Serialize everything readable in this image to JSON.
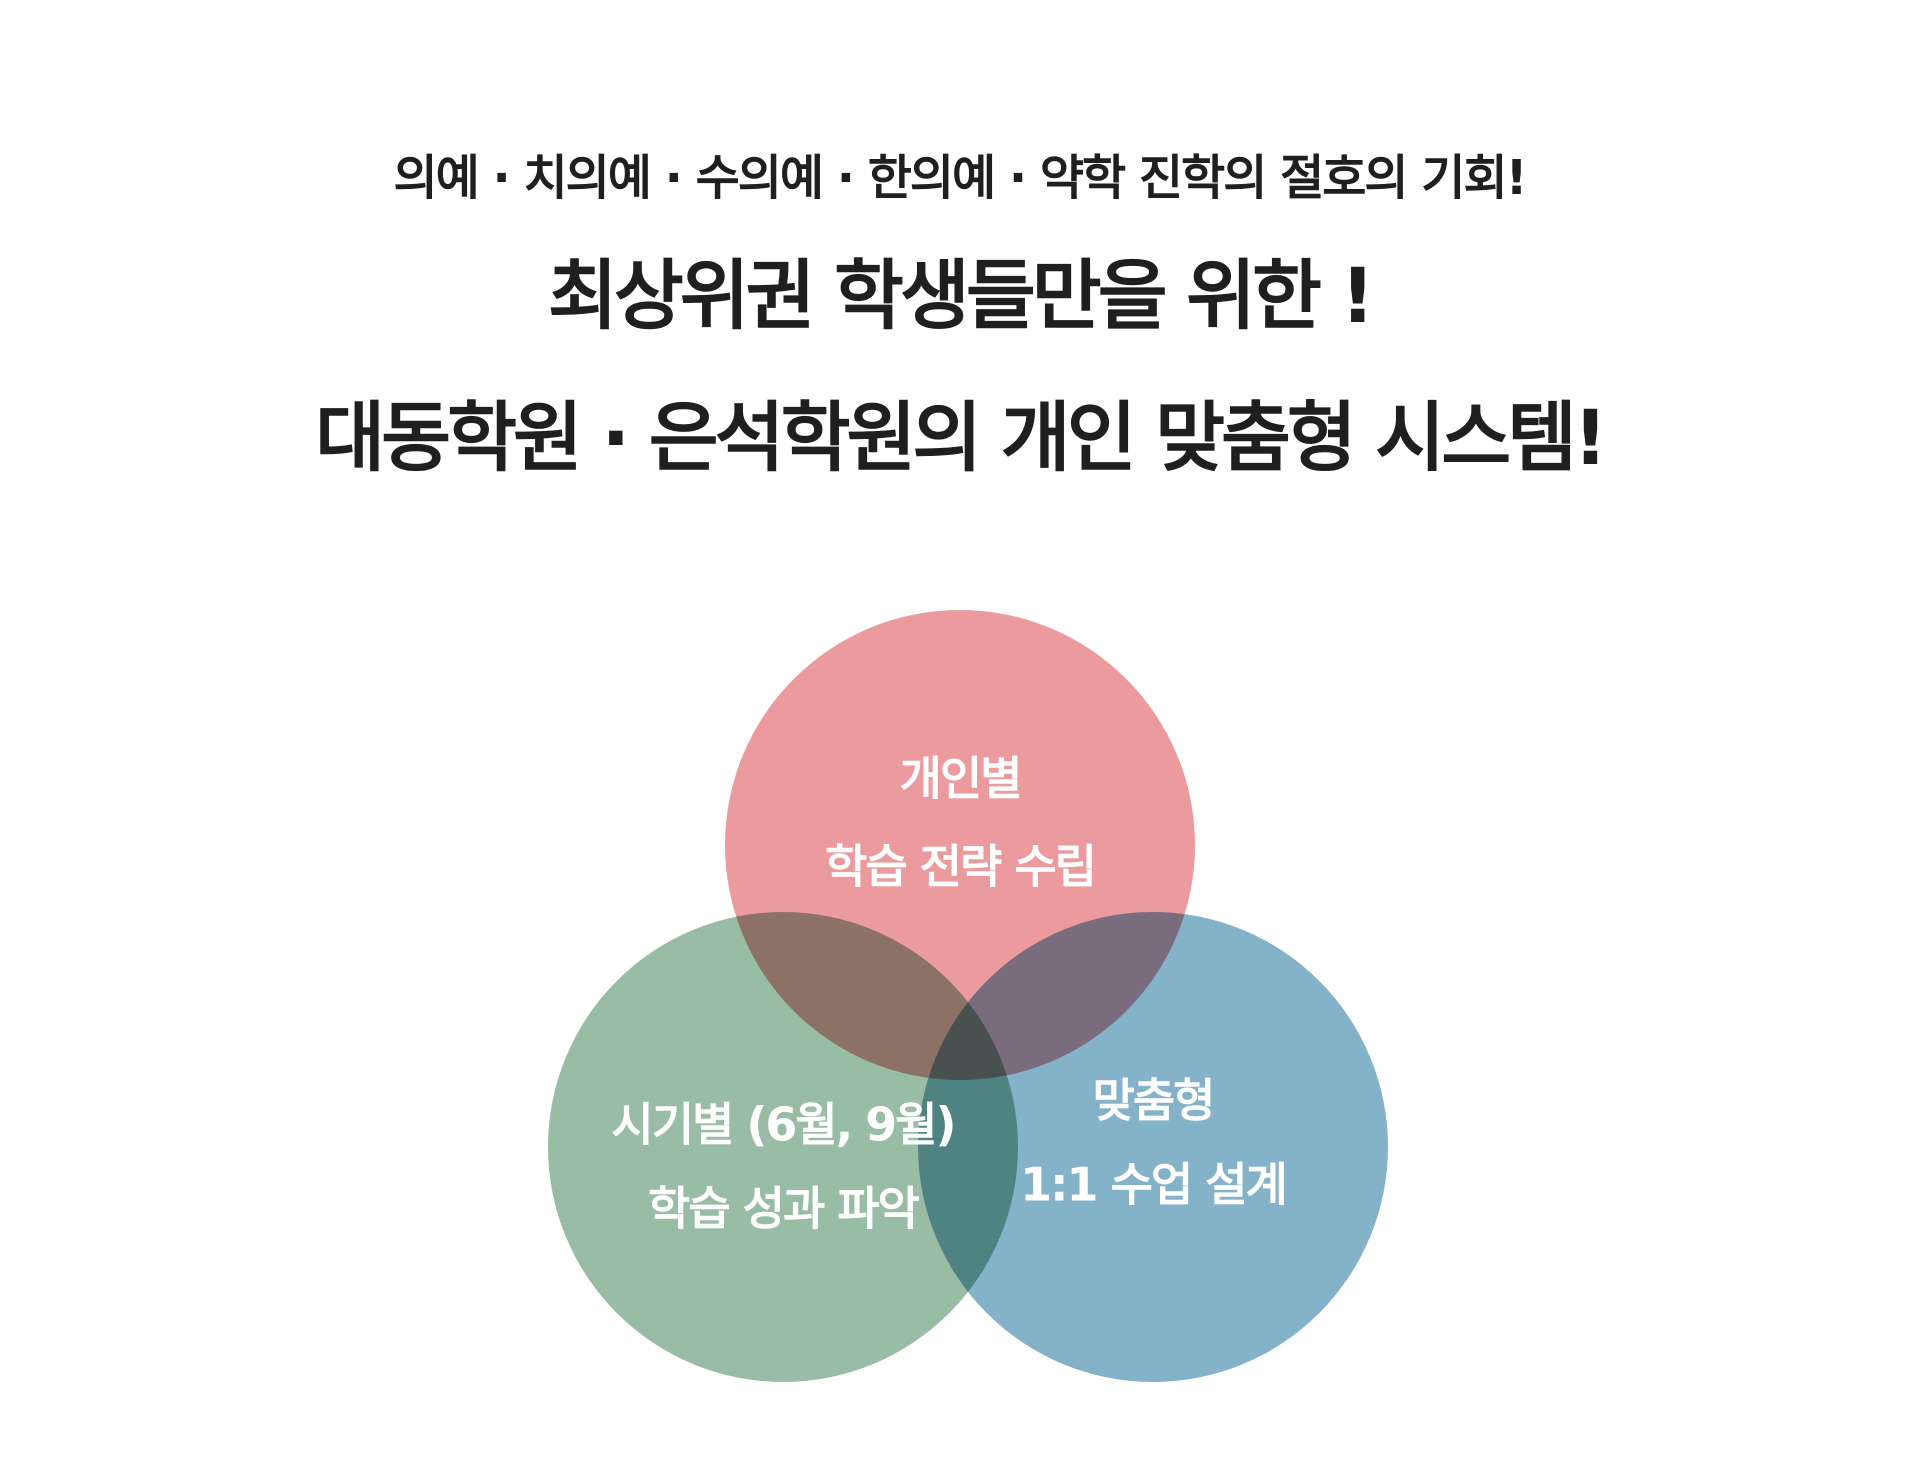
{
  "header": {
    "subtitle": "의예 · 치의예 · 수의예 · 한의예 · 약학 진학의 절호의 기회!",
    "headline_line1": "최상위권 학생들만을 위한 !",
    "headline_line2": "대동학원 · 은석학원의 개인 맞춤형 시스템!"
  },
  "diagram": {
    "circles": [
      {
        "id": "top",
        "color": "#e8888c",
        "label_lines": [
          "개인별",
          "학습 전략 수립"
        ]
      },
      {
        "id": "left",
        "color": "#86b094",
        "label_lines": [
          "시기별 (6월, 9월)",
          "학습 성과 파악"
        ]
      },
      {
        "id": "right",
        "color": "#6da5bf",
        "label_lines": [
          "맞춤형",
          "1:1 수업 설계"
        ]
      }
    ]
  }
}
